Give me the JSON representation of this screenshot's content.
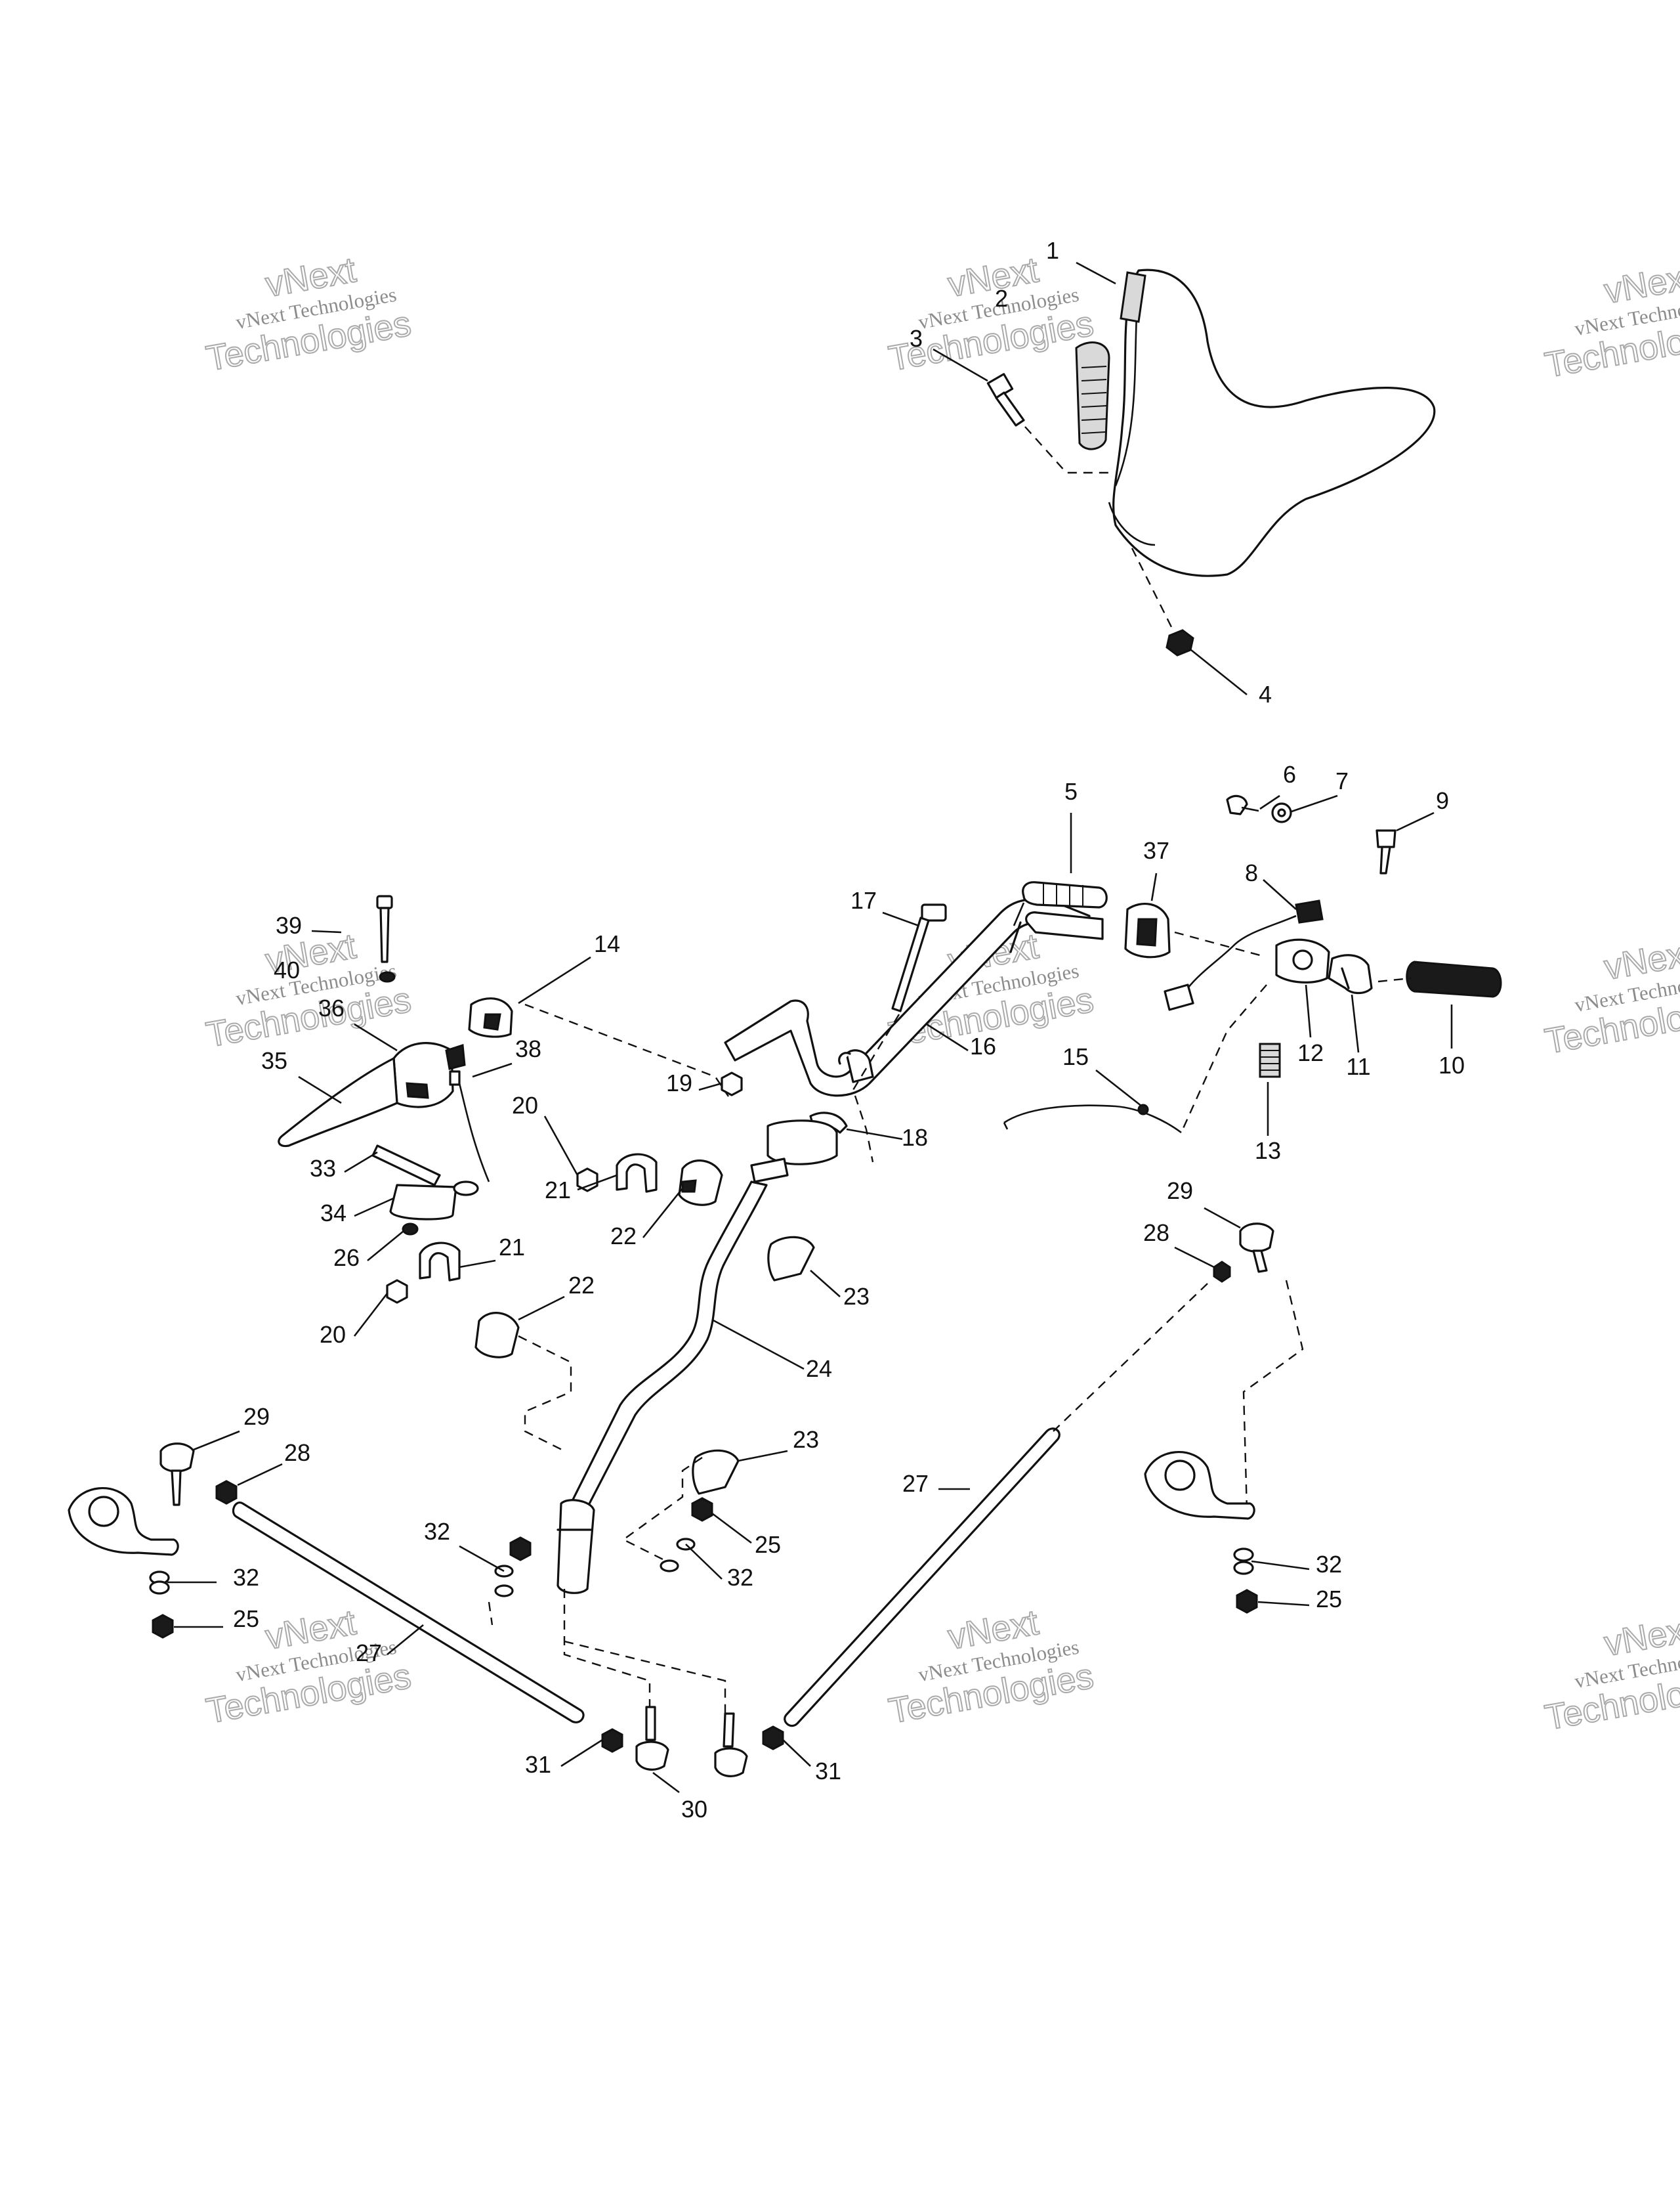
{
  "callouts": [
    "1",
    "2",
    "3",
    "4",
    "5",
    "6",
    "7",
    "8",
    "9",
    "10",
    "11",
    "12",
    "13",
    "14",
    "15",
    "16",
    "17",
    "18",
    "19",
    "20",
    "20",
    "21",
    "21",
    "22",
    "22",
    "23",
    "23",
    "24",
    "25",
    "25",
    "25",
    "26",
    "27",
    "27",
    "28",
    "28",
    "29",
    "29",
    "30",
    "31",
    "31",
    "32",
    "32",
    "32",
    "32",
    "33",
    "34",
    "35",
    "36",
    "37",
    "38",
    "39",
    "40"
  ],
  "watermark": {
    "line1": "vNext",
    "line2": "vNext Technologies",
    "line3": "Technologies"
  }
}
